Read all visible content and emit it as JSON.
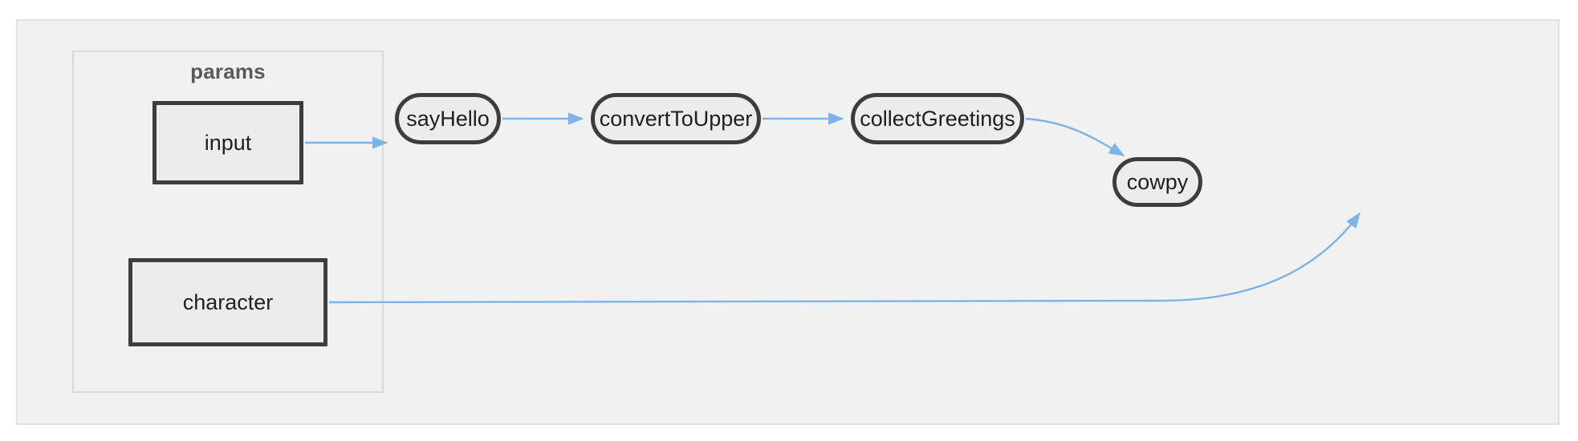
{
  "diagram": {
    "title": "pipeline-flowchart",
    "direction": "left-to-right",
    "canvas": {
      "background": "#f1f1f1",
      "border_color": "#e2e2e2"
    },
    "accent": {
      "edge_color": "#7cb4e8",
      "node_border": "#3d3d3d",
      "node_fill": "#ececec",
      "cluster_border": "#dadada",
      "cluster_label_color": "#5a5a5a"
    },
    "clusters": [
      {
        "id": "params",
        "label": "params"
      }
    ],
    "nodes": [
      {
        "id": "input",
        "label": "input",
        "shape": "rect",
        "cluster": "params"
      },
      {
        "id": "character",
        "label": "character",
        "shape": "rect",
        "cluster": "params"
      },
      {
        "id": "sayHello",
        "label": "sayHello",
        "shape": "stadium",
        "cluster": null
      },
      {
        "id": "convertToUpper",
        "label": "convertToUpper",
        "shape": "stadium",
        "cluster": null
      },
      {
        "id": "collectGreetings",
        "label": "collectGreetings",
        "shape": "stadium",
        "cluster": null
      },
      {
        "id": "cowpy",
        "label": "cowpy",
        "shape": "stadium",
        "cluster": null
      }
    ],
    "edges": [
      {
        "from": "input",
        "to": "sayHello",
        "label": "",
        "arrow": "triangle"
      },
      {
        "from": "sayHello",
        "to": "convertToUpper",
        "label": "",
        "arrow": "triangle"
      },
      {
        "from": "convertToUpper",
        "to": "collectGreetings",
        "label": "",
        "arrow": "triangle"
      },
      {
        "from": "collectGreetings",
        "to": "cowpy",
        "label": "",
        "arrow": "triangle"
      },
      {
        "from": "character",
        "to": "cowpy",
        "label": "",
        "arrow": "triangle"
      }
    ]
  }
}
